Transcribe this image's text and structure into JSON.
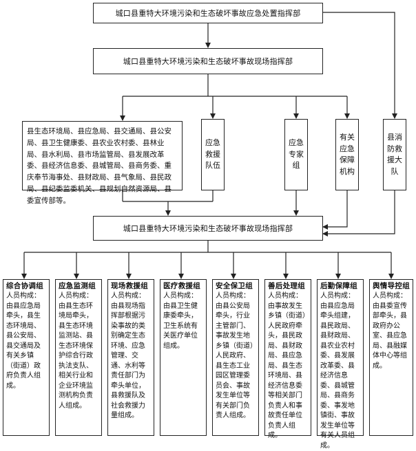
{
  "boxes": {
    "top": "城口县重特大环境污染和生态破坏事故应急处置指挥部",
    "field1": "城口县重特大环境污染和生态破坏事故现场指挥部",
    "field2": "城口县重特大环境污染和生态破坏事故现场指挥部",
    "departments": "县生态环境局、县应急局、县交通局、县公安局、县卫生健康委、县农业农村委、县林业局、县水利局、县市场监管局、县发展改革委、县经济信息委、县城管局、县商务委、重庆奉节海事处、县财政局、县气象局、县民政局、县纪委监委机关、县规划自然资源局、县委宣传部等。",
    "rescue_team": "应急\n救援\n队伍",
    "expert_group": "应急\n专家\n组",
    "security_orgs": "有关\n应急\n保障\n机构",
    "fire_team": "县消\n防救\n援大\n队"
  },
  "groups": [
    {
      "title": "综合协调组",
      "body": "人员构成：\n由县应急局牵头，县生态环境局、县公安局、县交通局及有关乡镇（街道）政府负责人组成。"
    },
    {
      "title": "应急监测组",
      "body": "人员构成：\n由县生态环境局牵头，县生态环境监测站、县生态环境保护综合行政执法支队、相关行业和企业环境监测机构负责人组成。"
    },
    {
      "title": "现场救援组",
      "body": "人员构成：\n由县现场指挥部根据污染事故的类别确定生态环境、应急管理、交通、水利等责任部门为牵头单位，县救援队及社会救援力量组成。"
    },
    {
      "title": "医疗救援组",
      "body": "人员构成：\n由县卫生健康委牵头，卫生系统有关医疗单位组成。"
    },
    {
      "title": "安全保卫组",
      "body": "人员构成：\n由县公安局牵头，行业主管部门、事故发生地乡镇（街道）人民政府、县生态工业园区管理委员会、事故发生单位等有关部门负责人组成。"
    },
    {
      "title": "善后处理组",
      "body": "人员构成：\n由事故发生乡镇（街道）人民政府牵头，县民政局、县财政局、县应急局、县生态环境局、县经济信息委等相关部门负责人和事故责任单位负责人组成。"
    },
    {
      "title": "后勤保障组",
      "body": "人员构成：\n由县应急局牵头组建，县民政局、县财政局、县农业农村委、县发展改革委、县经济信息委、县城管局、县商务委、事发地镇街、事故发生单位等有关人员组成。"
    },
    {
      "title": "舆情导控组",
      "body": "人员构成：\n由县委宣传部牵头，县政府办公室、县应急局、县融媒体中心等组成。"
    }
  ]
}
